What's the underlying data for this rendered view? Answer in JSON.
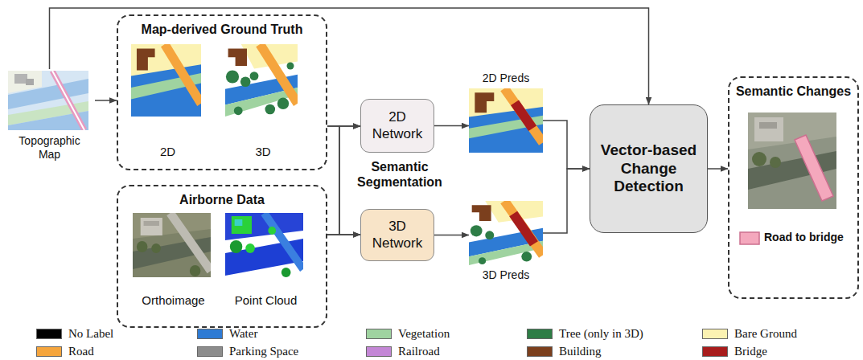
{
  "diagram": {
    "nodes": [
      {
        "text": [
          "Topographic Map"
        ]
      },
      {
        "text": [
          "Map-derived Ground Truth"
        ]
      },
      {
        "text": [
          "2D"
        ],
        "in": 1
      },
      {
        "text": [
          "3D"
        ],
        "in": 1
      },
      {
        "text": [
          "Airborne Data"
        ]
      },
      {
        "text": [
          "Orthoimage"
        ],
        "in": 4
      },
      {
        "text": [
          "Point Cloud"
        ],
        "in": 4
      },
      {
        "text": [
          "2D Network"
        ]
      },
      {
        "text": [
          "3D Network"
        ]
      },
      {
        "text": [
          "2D Preds"
        ]
      },
      {
        "text": [
          "3D Preds"
        ]
      },
      {
        "text": [
          "Vector-based Change Detection"
        ]
      },
      {
        "text": [
          "Semantic Changes"
        ]
      }
    ],
    "edges": [
      {
        "from": 0,
        "to": 1,
        "arrow": "to"
      },
      {
        "from": 0,
        "to": 11,
        "arrow": "to"
      },
      {
        "from": 1,
        "to": 7,
        "arrow": "to"
      },
      {
        "from": 1,
        "to": 8,
        "arrow": "to"
      },
      {
        "from": 4,
        "to": 7,
        "arrow": "to"
      },
      {
        "from": 4,
        "to": 8,
        "arrow": "to"
      },
      {
        "from": 7,
        "to": 9,
        "arrow": "to"
      },
      {
        "from": 8,
        "to": 10,
        "arrow": "to"
      },
      {
        "from": 9,
        "to": 11,
        "arrow": "to"
      },
      {
        "from": 10,
        "to": 11,
        "arrow": "to"
      },
      {
        "from": 11,
        "to": 12,
        "arrow": "to"
      }
    ],
    "labels": [
      "Semantic Segmentation",
      "Road to bridge"
    ],
    "legend": [
      {
        "text": "No Label",
        "color": "#000000"
      },
      {
        "text": "Water",
        "color": "#2e7bd4"
      },
      {
        "text": "Vegetation",
        "color": "#9fd3a0"
      },
      {
        "text": "Tree (only in 3D)",
        "color": "#2e7d46"
      },
      {
        "text": "Bare Ground",
        "color": "#fbf2b2"
      },
      {
        "text": "Road",
        "color": "#f5a53d"
      },
      {
        "text": "Parking Space",
        "color": "#8c8c8c"
      },
      {
        "text": "Railroad",
        "color": "#c487d6"
      },
      {
        "text": "Building",
        "color": "#7b3f1d"
      },
      {
        "text": "Bridge",
        "color": "#a81c1c"
      }
    ]
  }
}
